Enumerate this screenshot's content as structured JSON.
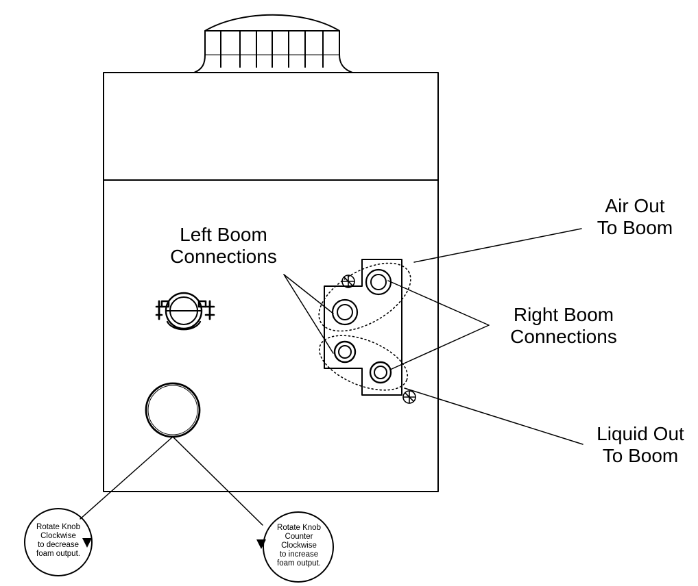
{
  "labels": {
    "left_boom": [
      "Left Boom",
      "Connections"
    ],
    "air_out": [
      "Air Out",
      "To Boom"
    ],
    "right_boom": [
      "Right Boom",
      "Connections"
    ],
    "liquid_out": [
      "Liquid Out",
      "To Boom"
    ]
  },
  "notes": {
    "clockwise": [
      "Rotate Knob",
      "Clockwise",
      "to decrease",
      "foam output."
    ],
    "counter_clockwise": [
      "Rotate Knob",
      "Counter",
      "Clockwise",
      "to increase",
      "foam output."
    ]
  },
  "colors": {
    "stroke": "#000000",
    "background": "#ffffff"
  },
  "icons": [
    "fill-cap-icon",
    "gauge-icon",
    "screw-icon",
    "arrowhead-icon"
  ]
}
